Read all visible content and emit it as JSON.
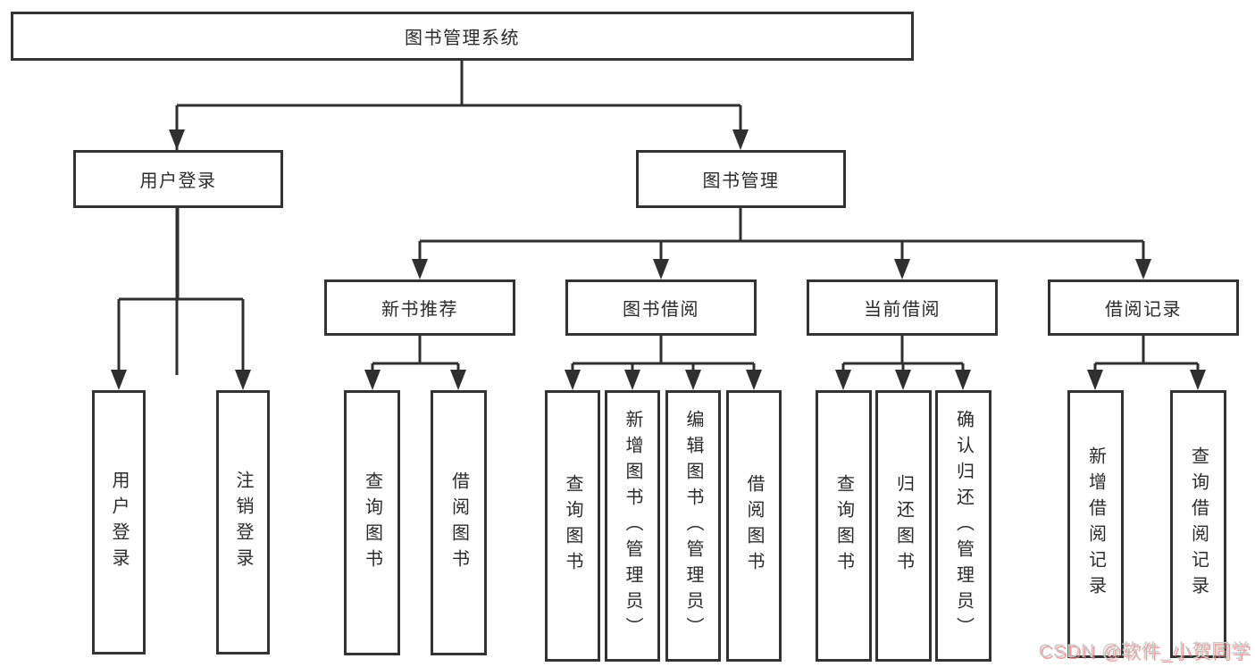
{
  "diagram": {
    "root": {
      "label": "图书管理系统"
    },
    "branches": [
      {
        "label": "用户登录",
        "children": [
          {
            "label": "用户登录"
          },
          {
            "label": "注销登录"
          }
        ]
      },
      {
        "label": "图书管理",
        "children": [
          {
            "label": "新书推荐",
            "children": [
              {
                "label": "查询图书"
              },
              {
                "label": "借阅图书"
              }
            ]
          },
          {
            "label": "图书借阅",
            "children": [
              {
                "label": "查询图书"
              },
              {
                "label": "新增图书（管理员）"
              },
              {
                "label": "编辑图书（管理员）"
              },
              {
                "label": "借阅图书"
              }
            ]
          },
          {
            "label": "当前借阅",
            "children": [
              {
                "label": "查询图书"
              },
              {
                "label": "归还图书"
              },
              {
                "label": "确认归还（管理员）"
              }
            ]
          },
          {
            "label": "借阅记录",
            "children": [
              {
                "label": "新增借阅记录"
              },
              {
                "label": "查询借阅记录"
              }
            ]
          }
        ]
      }
    ]
  },
  "watermark": {
    "text": "CSDN @软件_小贺同学"
  },
  "colors": {
    "line": "#2f2f2f",
    "box_border": "#333333",
    "text": "#2b2b2b",
    "background": "#ffffff",
    "watermark": "#c9c9c9",
    "watermark_shadow": "#eb7d7d"
  }
}
